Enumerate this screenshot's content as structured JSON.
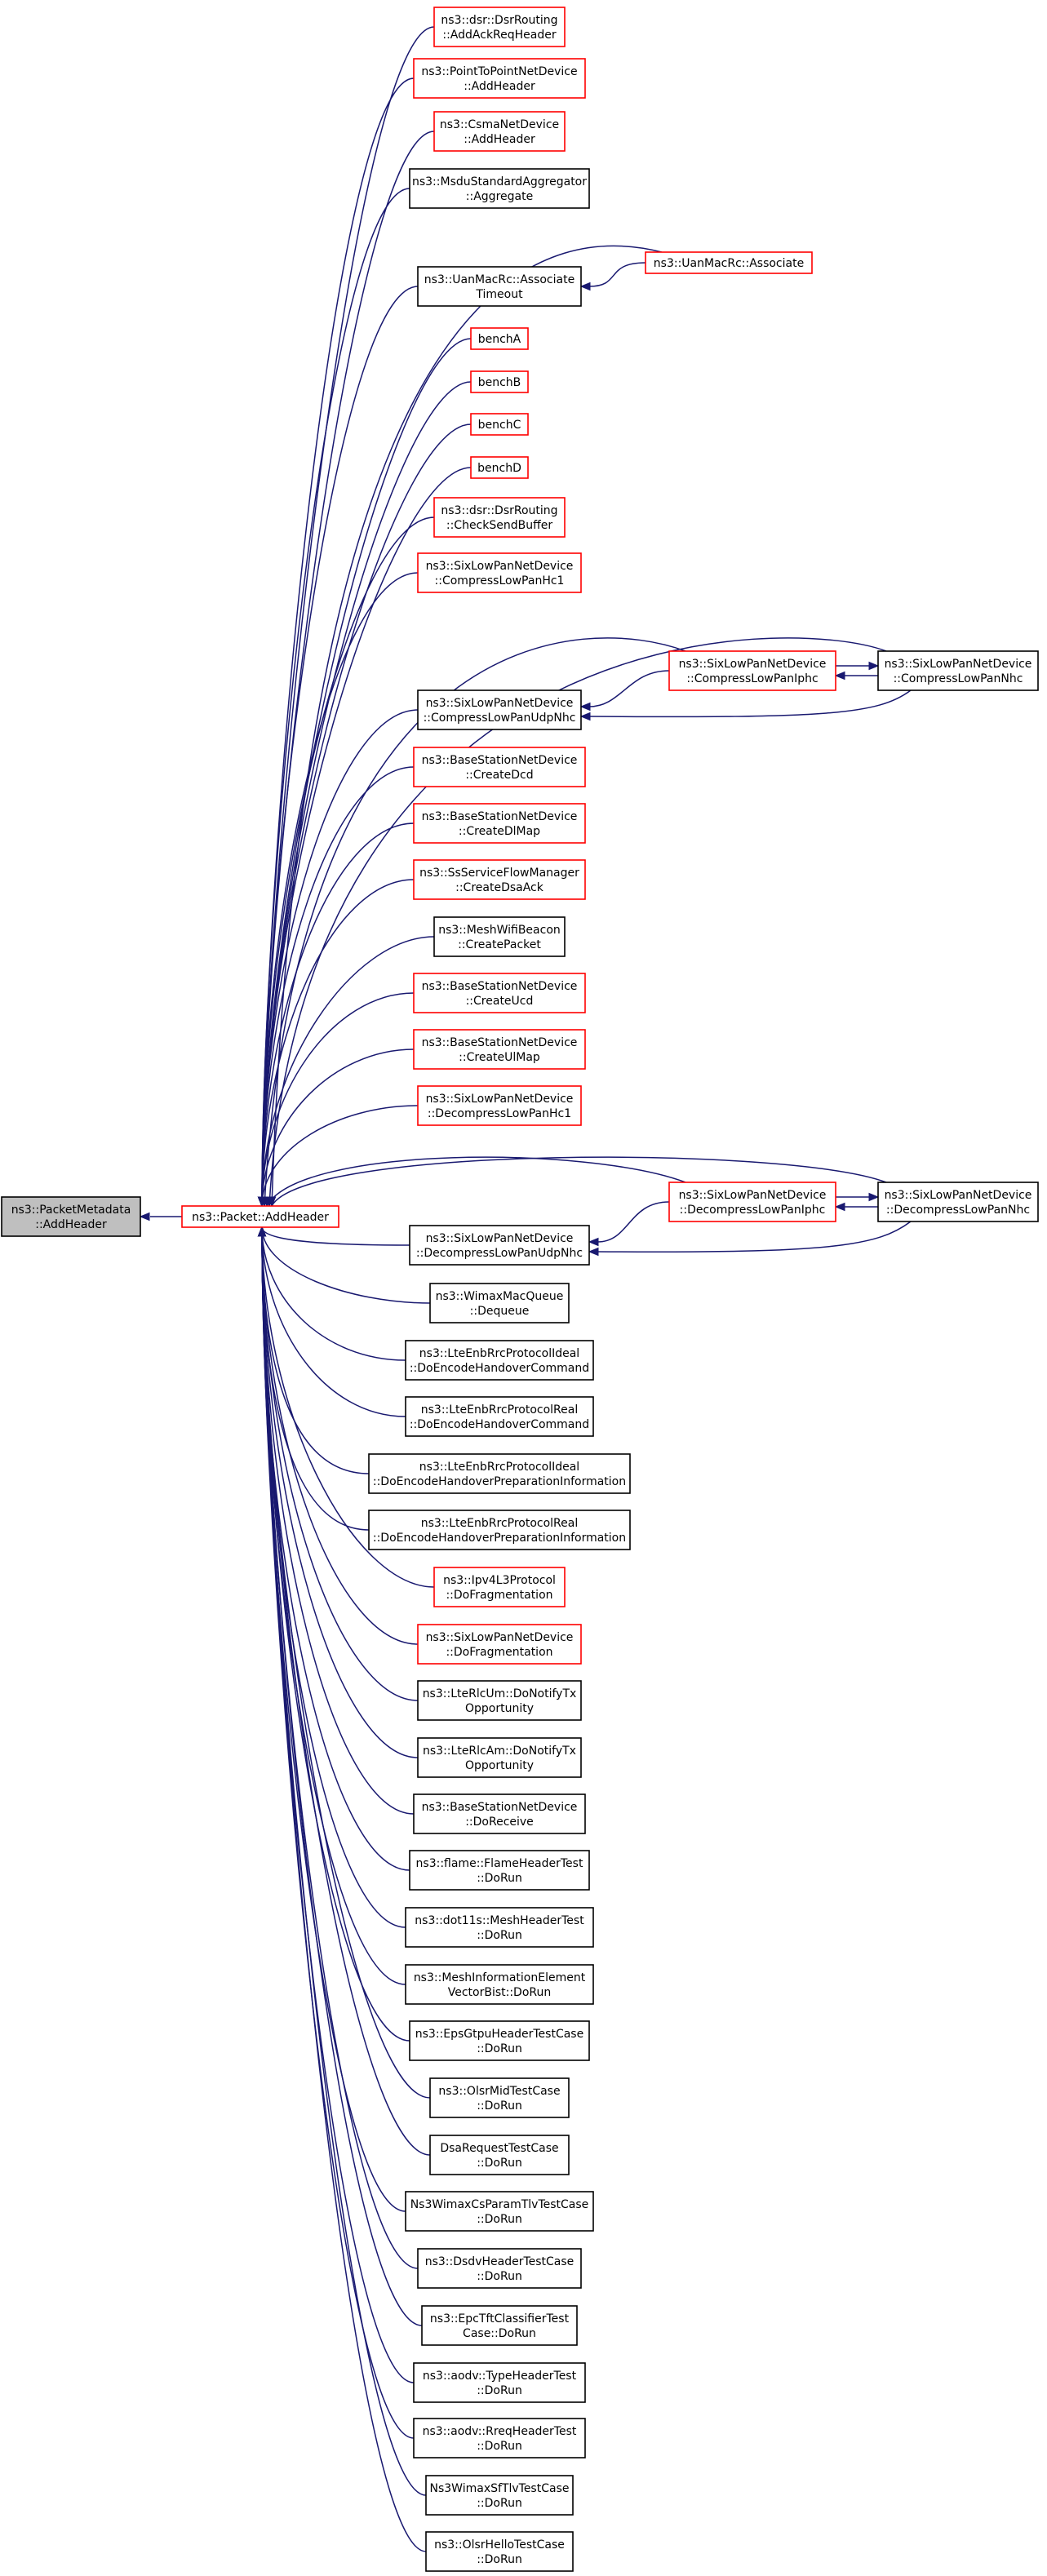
{
  "colors": {
    "edge": "#191970",
    "linked_border": "#ff0000",
    "plain_border": "#000000",
    "root_fill": "#bfbfbf"
  },
  "root": {
    "id": "root",
    "lines": [
      "ns3::PacketMetadata",
      "::AddHeader"
    ]
  },
  "hub": {
    "id": "hub",
    "lines": [
      "ns3::Packet::AddHeader"
    ],
    "linked": true
  },
  "callers": [
    {
      "id": "c0",
      "lines": [
        "ns3::dsr::DsrRouting",
        "::AddAckReqHeader"
      ],
      "linked": true
    },
    {
      "id": "c1",
      "lines": [
        "ns3::PointToPointNetDevice",
        "::AddHeader"
      ],
      "linked": true
    },
    {
      "id": "c2",
      "lines": [
        "ns3::CsmaNetDevice",
        "::AddHeader"
      ],
      "linked": true
    },
    {
      "id": "c3",
      "lines": [
        "ns3::MsduStandardAggregator",
        "::Aggregate"
      ],
      "linked": false
    },
    {
      "id": "c4",
      "lines": [
        "ns3::UanMacRc::Associate",
        "Timeout"
      ],
      "linked": false
    },
    {
      "id": "c5",
      "lines": [
        "benchA"
      ],
      "linked": true
    },
    {
      "id": "c6",
      "lines": [
        "benchB"
      ],
      "linked": true
    },
    {
      "id": "c7",
      "lines": [
        "benchC"
      ],
      "linked": true
    },
    {
      "id": "c8",
      "lines": [
        "benchD"
      ],
      "linked": true
    },
    {
      "id": "c9",
      "lines": [
        "ns3::dsr::DsrRouting",
        "::CheckSendBuffer"
      ],
      "linked": true
    },
    {
      "id": "c10",
      "lines": [
        "ns3::SixLowPanNetDevice",
        "::CompressLowPanHc1"
      ],
      "linked": true
    },
    {
      "id": "c11",
      "lines": [
        "ns3::SixLowPanNetDevice",
        "::CompressLowPanUdpNhc"
      ],
      "linked": false
    },
    {
      "id": "c12",
      "lines": [
        "ns3::BaseStationNetDevice",
        "::CreateDcd"
      ],
      "linked": true
    },
    {
      "id": "c13",
      "lines": [
        "ns3::BaseStationNetDevice",
        "::CreateDlMap"
      ],
      "linked": true
    },
    {
      "id": "c14",
      "lines": [
        "ns3::SsServiceFlowManager",
        "::CreateDsaAck"
      ],
      "linked": true
    },
    {
      "id": "c15",
      "lines": [
        "ns3::MeshWifiBeacon",
        "::CreatePacket"
      ],
      "linked": false
    },
    {
      "id": "c16",
      "lines": [
        "ns3::BaseStationNetDevice",
        "::CreateUcd"
      ],
      "linked": true
    },
    {
      "id": "c17",
      "lines": [
        "ns3::BaseStationNetDevice",
        "::CreateUlMap"
      ],
      "linked": true
    },
    {
      "id": "c18",
      "lines": [
        "ns3::SixLowPanNetDevice",
        "::DecompressLowPanHc1"
      ],
      "linked": true
    },
    {
      "id": "c19",
      "lines": [
        "ns3::SixLowPanNetDevice",
        "::DecompressLowPanUdpNhc"
      ],
      "linked": false
    },
    {
      "id": "c20",
      "lines": [
        "ns3::WimaxMacQueue",
        "::Dequeue"
      ],
      "linked": false
    },
    {
      "id": "c21",
      "lines": [
        "ns3::LteEnbRrcProtocolIdeal",
        "::DoEncodeHandoverCommand"
      ],
      "linked": false
    },
    {
      "id": "c22",
      "lines": [
        "ns3::LteEnbRrcProtocolReal",
        "::DoEncodeHandoverCommand"
      ],
      "linked": false
    },
    {
      "id": "c23",
      "lines": [
        "ns3::LteEnbRrcProtocolIdeal",
        "::DoEncodeHandoverPreparationInformation"
      ],
      "linked": false
    },
    {
      "id": "c24",
      "lines": [
        "ns3::LteEnbRrcProtocolReal",
        "::DoEncodeHandoverPreparationInformation"
      ],
      "linked": false
    },
    {
      "id": "c25",
      "lines": [
        "ns3::Ipv4L3Protocol",
        "::DoFragmentation"
      ],
      "linked": true
    },
    {
      "id": "c26",
      "lines": [
        "ns3::SixLowPanNetDevice",
        "::DoFragmentation"
      ],
      "linked": true
    },
    {
      "id": "c27",
      "lines": [
        "ns3::LteRlcUm::DoNotifyTx",
        "Opportunity"
      ],
      "linked": false
    },
    {
      "id": "c28",
      "lines": [
        "ns3::LteRlcAm::DoNotifyTx",
        "Opportunity"
      ],
      "linked": false
    },
    {
      "id": "c29",
      "lines": [
        "ns3::BaseStationNetDevice",
        "::DoReceive"
      ],
      "linked": false
    },
    {
      "id": "c30",
      "lines": [
        "ns3::flame::FlameHeaderTest",
        "::DoRun"
      ],
      "linked": false
    },
    {
      "id": "c31",
      "lines": [
        "ns3::dot11s::MeshHeaderTest",
        "::DoRun"
      ],
      "linked": false
    },
    {
      "id": "c32",
      "lines": [
        "ns3::MeshInformationElement",
        "VectorBist::DoRun"
      ],
      "linked": false
    },
    {
      "id": "c33",
      "lines": [
        "ns3::EpsGtpuHeaderTestCase",
        "::DoRun"
      ],
      "linked": false
    },
    {
      "id": "c34",
      "lines": [
        "ns3::OlsrMidTestCase",
        "::DoRun"
      ],
      "linked": false
    },
    {
      "id": "c35",
      "lines": [
        "DsaRequestTestCase",
        "::DoRun"
      ],
      "linked": false
    },
    {
      "id": "c36",
      "lines": [
        "Ns3WimaxCsParamTlvTestCase",
        "::DoRun"
      ],
      "linked": false
    },
    {
      "id": "c37",
      "lines": [
        "ns3::DsdvHeaderTestCase",
        "::DoRun"
      ],
      "linked": false
    },
    {
      "id": "c38",
      "lines": [
        "ns3::EpcTftClassifierTest",
        "Case::DoRun"
      ],
      "linked": false
    },
    {
      "id": "c39",
      "lines": [
        "ns3::aodv::TypeHeaderTest",
        "::DoRun"
      ],
      "linked": false
    },
    {
      "id": "c40",
      "lines": [
        "ns3::aodv::RreqHeaderTest",
        "::DoRun"
      ],
      "linked": false
    },
    {
      "id": "c41",
      "lines": [
        "Ns3WimaxSfTlvTestCase",
        "::DoRun"
      ],
      "linked": false
    },
    {
      "id": "c42",
      "lines": [
        "ns3::OlsrHelloTestCase",
        "::DoRun"
      ],
      "linked": false
    }
  ],
  "outer": [
    {
      "id": "o0",
      "lines": [
        "ns3::UanMacRc::Associate"
      ],
      "linked": true
    },
    {
      "id": "o1",
      "lines": [
        "ns3::SixLowPanNetDevice",
        "::CompressLowPanIphc"
      ],
      "linked": true
    },
    {
      "id": "o2",
      "lines": [
        "ns3::SixLowPanNetDevice",
        "::CompressLowPanNhc"
      ],
      "linked": false
    },
    {
      "id": "o3",
      "lines": [
        "ns3::SixLowPanNetDevice",
        "::DecompressLowPanIphc"
      ],
      "linked": true
    },
    {
      "id": "o4",
      "lines": [
        "ns3::SixLowPanNetDevice",
        "::DecompressLowPanNhc"
      ],
      "linked": false
    }
  ],
  "edges": [
    {
      "from": "hub",
      "to": "root"
    },
    {
      "from": "c0",
      "to": "hub"
    },
    {
      "from": "c1",
      "to": "hub"
    },
    {
      "from": "c2",
      "to": "hub"
    },
    {
      "from": "c3",
      "to": "hub"
    },
    {
      "from": "c4",
      "to": "hub"
    },
    {
      "from": "c5",
      "to": "hub"
    },
    {
      "from": "c6",
      "to": "hub"
    },
    {
      "from": "c7",
      "to": "hub"
    },
    {
      "from": "c8",
      "to": "hub"
    },
    {
      "from": "c9",
      "to": "hub"
    },
    {
      "from": "c10",
      "to": "hub"
    },
    {
      "from": "c11",
      "to": "hub"
    },
    {
      "from": "c12",
      "to": "hub"
    },
    {
      "from": "c13",
      "to": "hub"
    },
    {
      "from": "c14",
      "to": "hub"
    },
    {
      "from": "c15",
      "to": "hub"
    },
    {
      "from": "c16",
      "to": "hub"
    },
    {
      "from": "c17",
      "to": "hub"
    },
    {
      "from": "c18",
      "to": "hub"
    },
    {
      "from": "c19",
      "to": "hub"
    },
    {
      "from": "c20",
      "to": "hub"
    },
    {
      "from": "c21",
      "to": "hub"
    },
    {
      "from": "c22",
      "to": "hub"
    },
    {
      "from": "c23",
      "to": "hub"
    },
    {
      "from": "c24",
      "to": "hub"
    },
    {
      "from": "c25",
      "to": "hub"
    },
    {
      "from": "c26",
      "to": "hub"
    },
    {
      "from": "c27",
      "to": "hub"
    },
    {
      "from": "c28",
      "to": "hub"
    },
    {
      "from": "c29",
      "to": "hub"
    },
    {
      "from": "c30",
      "to": "hub"
    },
    {
      "from": "c31",
      "to": "hub"
    },
    {
      "from": "c32",
      "to": "hub"
    },
    {
      "from": "c33",
      "to": "hub"
    },
    {
      "from": "c34",
      "to": "hub"
    },
    {
      "from": "c35",
      "to": "hub"
    },
    {
      "from": "c36",
      "to": "hub"
    },
    {
      "from": "c37",
      "to": "hub"
    },
    {
      "from": "c38",
      "to": "hub"
    },
    {
      "from": "c39",
      "to": "hub"
    },
    {
      "from": "c40",
      "to": "hub"
    },
    {
      "from": "c41",
      "to": "hub"
    },
    {
      "from": "c42",
      "to": "hub"
    },
    {
      "from": "o0",
      "to": "hub"
    },
    {
      "from": "o0",
      "to": "c4"
    },
    {
      "from": "o1",
      "to": "hub"
    },
    {
      "from": "o1",
      "to": "c11"
    },
    {
      "from": "o2",
      "to": "hub"
    },
    {
      "from": "o2",
      "to": "c11"
    },
    {
      "from": "o2",
      "to": "o1"
    },
    {
      "from": "o1",
      "to": "o2"
    },
    {
      "from": "o3",
      "to": "hub"
    },
    {
      "from": "o3",
      "to": "c19"
    },
    {
      "from": "o4",
      "to": "hub"
    },
    {
      "from": "o4",
      "to": "c19"
    },
    {
      "from": "o4",
      "to": "o3"
    },
    {
      "from": "o3",
      "to": "o4"
    }
  ]
}
